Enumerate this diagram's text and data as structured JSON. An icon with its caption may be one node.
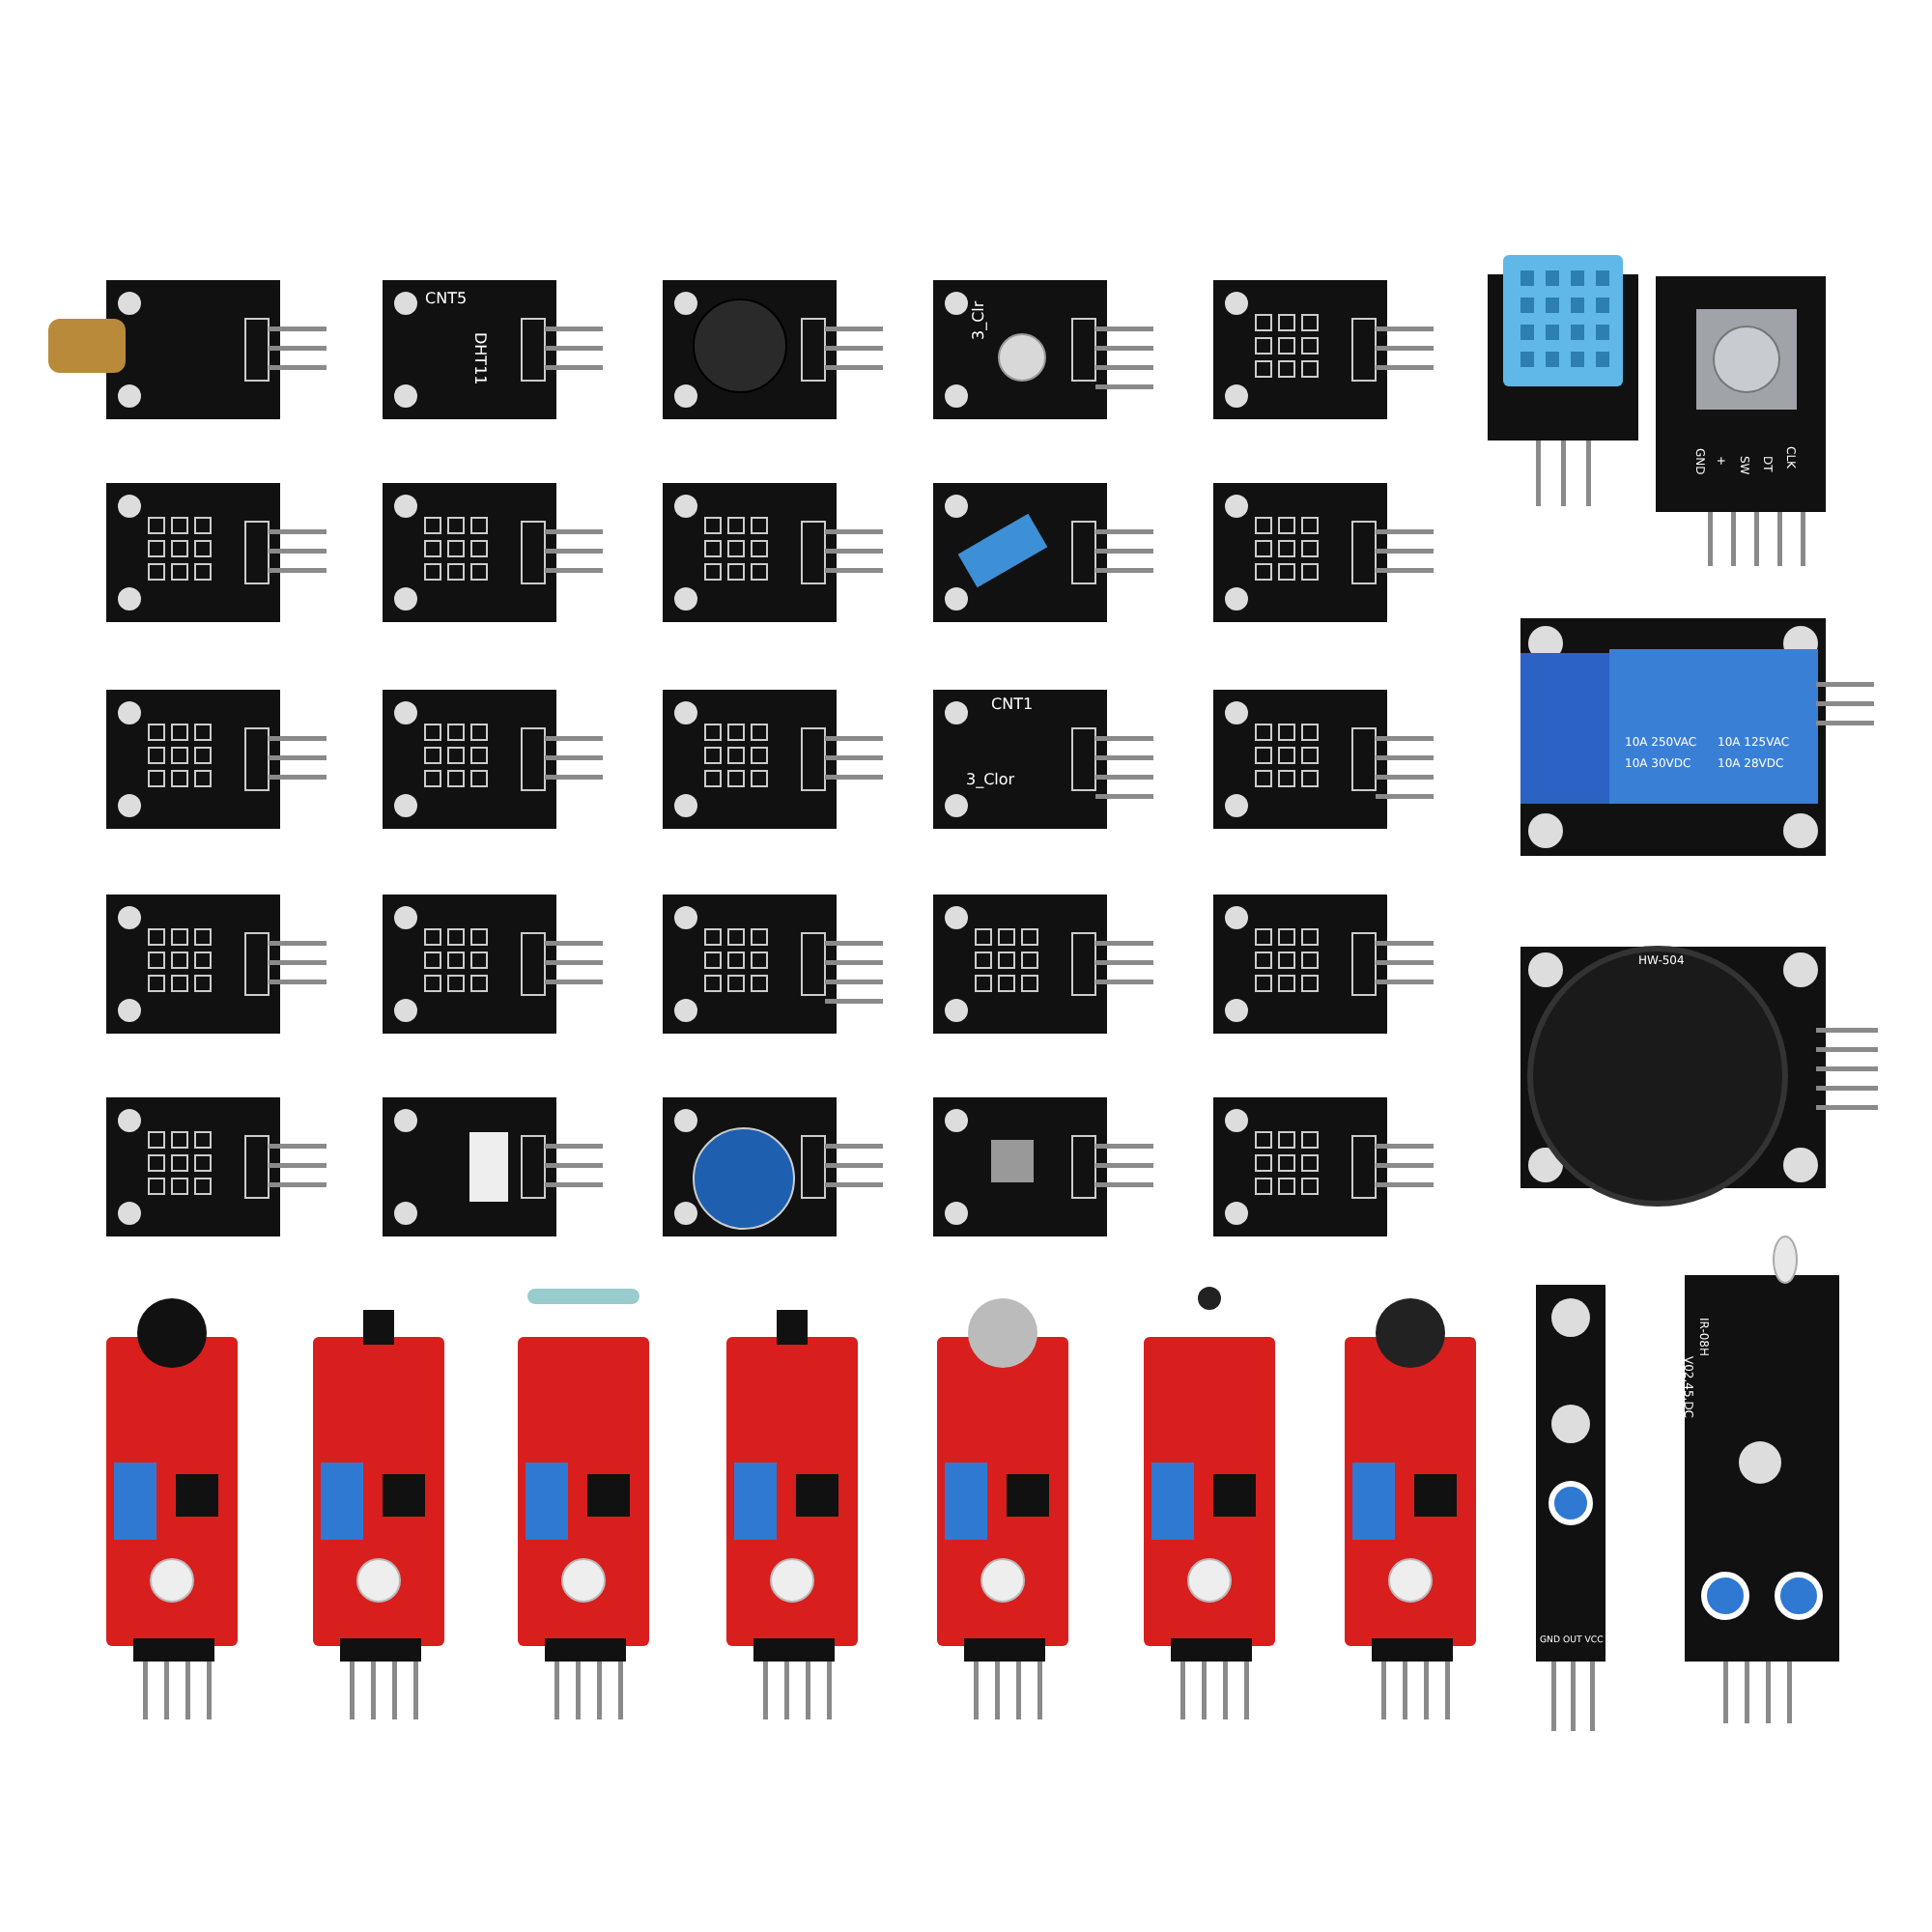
{
  "diagram": {
    "labels": [
      "CNT5",
      "DHT11",
      "3_Clr",
      "CNT1",
      "3_Clor",
      "10A 250VAC",
      "10A 125VAC",
      "10A 30VDC",
      "10A 28VDC",
      "HW-504",
      "GND",
      "+",
      "SW",
      "DT",
      "CLK",
      "GND OUT VCC",
      "IR-08H",
      "V02.45.DC"
    ]
  }
}
